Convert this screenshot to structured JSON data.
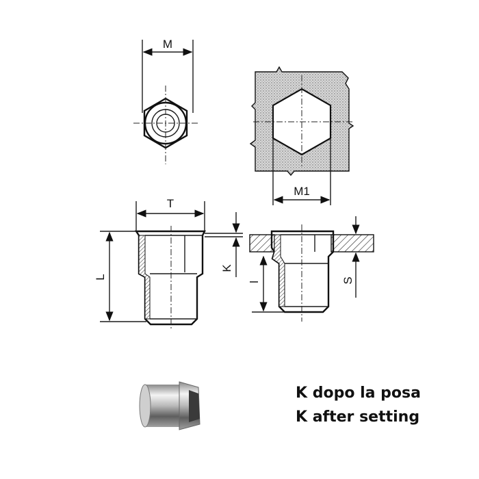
{
  "labels": {
    "m": "M",
    "m1": "M1",
    "t": "T",
    "l_upper": "L",
    "k": "K",
    "l_lower": "l",
    "s": "S"
  },
  "caption": {
    "line1": "K dopo la posa",
    "line2": "K after setting"
  }
}
